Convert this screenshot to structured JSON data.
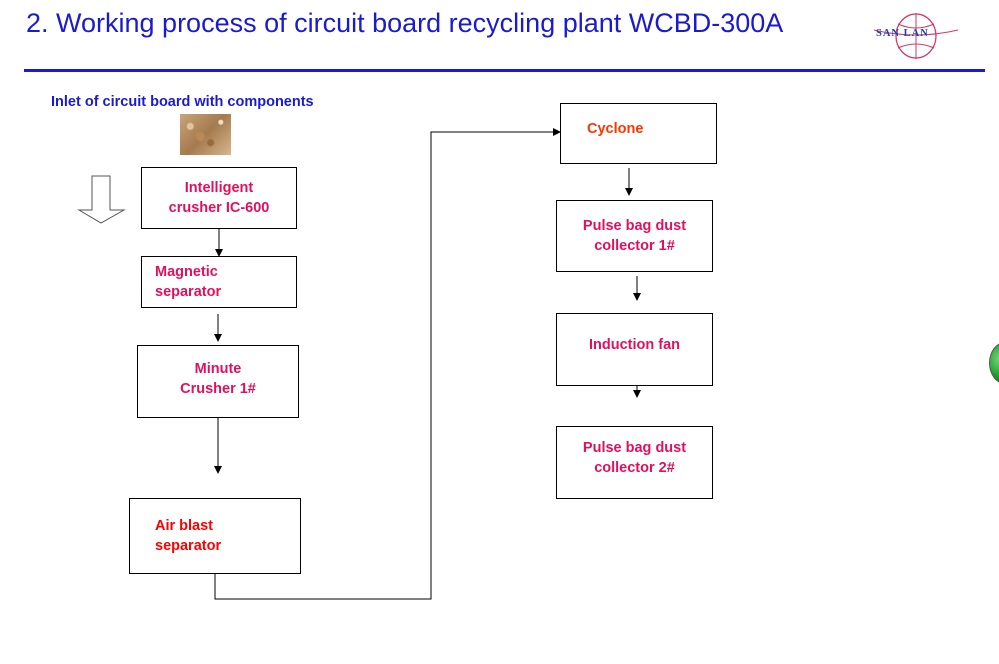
{
  "header": {
    "title": "2. Working process of circuit board recycling plant WCBD-300A",
    "logo_text": "SAN LAN"
  },
  "diagram": {
    "inlet_label": "Inlet of circuit board with components",
    "nodes": {
      "crusher": {
        "line1": "Intelligent",
        "line2": "crusher IC-600"
      },
      "magnetic": {
        "line1": "Magnetic",
        "line2": "separator"
      },
      "minute": {
        "line1": "Minute",
        "line2": "Crusher 1#"
      },
      "airblast": {
        "line1": "Air blast",
        "line2": "separator"
      },
      "cyclone": {
        "line1": "Cyclone"
      },
      "pulse1": {
        "line1": "Pulse bag dust",
        "line2": "collector 1#"
      },
      "fan": {
        "line1": "Induction fan"
      },
      "pulse2": {
        "line1": "Pulse bag dust",
        "line2": "collector  2#"
      }
    },
    "colors": {
      "title": "#1a1ad0",
      "node_text": "#e0105f",
      "air_blast_text": "#ff0000",
      "cyclone_text": "#ff3300"
    }
  }
}
